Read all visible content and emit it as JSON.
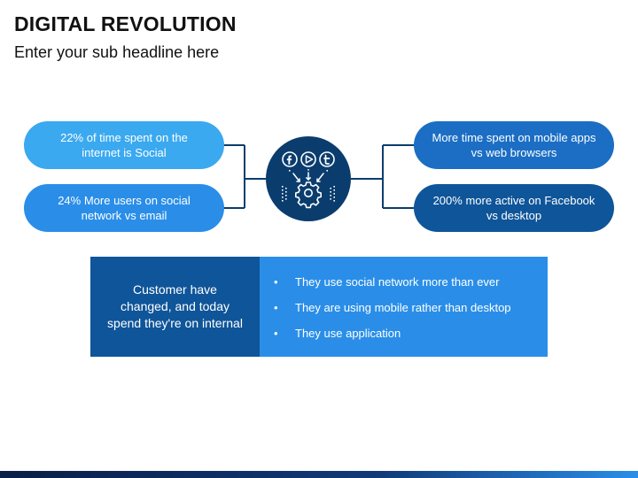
{
  "title": "DIGITAL REVOLUTION",
  "subtitle": "Enter your sub headline here",
  "stats": {
    "left_top": "22% of time spent on the internet is Social",
    "left_bottom": "24% More users on social network vs email",
    "right_top": "More time spent on mobile apps vs web browsers",
    "right_bottom": "200% more active on Facebook vs desktop"
  },
  "hub_icons": [
    "facebook-icon",
    "play-icon",
    "twitter-icon",
    "gear-icon"
  ],
  "summary": {
    "left_text": "Customer have changed, and today spend they're on internal",
    "bullets": [
      "They use social network more than ever",
      "They are using mobile rather than desktop",
      "They use application"
    ],
    "bullet_char": "•"
  },
  "colors": {
    "pill_light": "#3aa9f0",
    "pill_mid": "#2a8ee8",
    "pill_dark": "#1b6ec4",
    "pill_darkest": "#0f5599",
    "hub": "#0a3d6e"
  }
}
